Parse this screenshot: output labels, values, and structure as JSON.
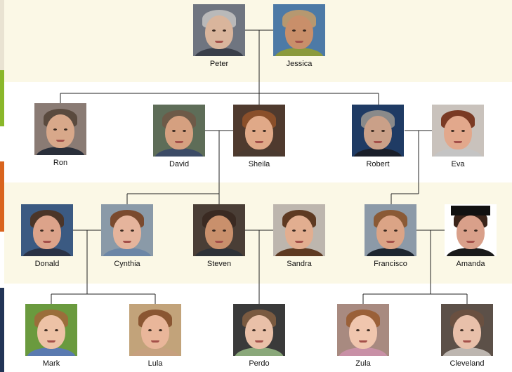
{
  "people": {
    "peter": {
      "name": "Peter",
      "skin": "#d9b59c",
      "hair": "#b9b9b9",
      "bg": "#6f7580",
      "shirt": "#3a3f4a",
      "photo": "photo of Peter"
    },
    "jessica": {
      "name": "Jessica",
      "skin": "#c98f6a",
      "hair": "#b69870",
      "bg": "#4d7aa6",
      "shirt": "#8b9a3d",
      "photo": "photo of Jessica"
    },
    "ron": {
      "name": "Ron",
      "skin": "#d8a88a",
      "hair": "#5a4a3e",
      "bg": "#8a7b74",
      "shirt": "#2a2f3a",
      "photo": "photo of Ron"
    },
    "david": {
      "name": "David",
      "skin": "#d5a080",
      "hair": "#6d5a48",
      "bg": "#5e6d58",
      "shirt": "#3c4b66",
      "photo": "photo of David"
    },
    "sheila": {
      "name": "Sheila",
      "skin": "#e0a988",
      "hair": "#8a4f2a",
      "bg": "#4f3a2e",
      "shirt": "#4a3a30",
      "photo": "photo of Sheila"
    },
    "robert": {
      "name": "Robert",
      "skin": "#caa088",
      "hair": "#8a8a8a",
      "bg": "#1f3b64",
      "shirt": "#1a1f2a",
      "photo": "photo of Robert"
    },
    "eva": {
      "name": "Eva",
      "skin": "#e2a88c",
      "hair": "#7a3a24",
      "bg": "#c9c2bc",
      "shirt": "#c4c4c4",
      "photo": "photo of Eva"
    },
    "donald": {
      "name": "Donald",
      "skin": "#dca38a",
      "hair": "#4b3528",
      "bg": "#3b5a82",
      "shirt": "#2a3246",
      "photo": "photo of Donald"
    },
    "cynthia": {
      "name": "Cynthia",
      "skin": "#e5b49c",
      "hair": "#7a4a2e",
      "bg": "#8a9aa8",
      "shirt": "#6c86a6",
      "photo": "photo of Cynthia"
    },
    "steven": {
      "name": "Steven",
      "skin": "#c9906c",
      "hair": "#3a2a22",
      "bg": "#4a3e36",
      "shirt": "#2e3238",
      "photo": "photo of Steven"
    },
    "sandra": {
      "name": "Sandra",
      "skin": "#e2ae90",
      "hair": "#5e3a22",
      "bg": "#bdb6ae",
      "shirt": "#5e3a22",
      "photo": "photo of Sandra"
    },
    "francisco": {
      "name": "Francisco",
      "skin": "#dba486",
      "hair": "#8a5a36",
      "bg": "#8c9aa8",
      "shirt": "#1e2630",
      "photo": "photo of Francisco"
    },
    "amanda": {
      "name": "Amanda",
      "skin": "#d9a08a",
      "hair": "#3a241a",
      "bg": "#ffffff",
      "shirt": "#1a1a1a",
      "photo": "photo of Amanda",
      "cap": true
    },
    "mark": {
      "name": "Mark",
      "skin": "#edc2a6",
      "hair": "#9a6e3a",
      "bg": "#6a9a3e",
      "shirt": "#5a7ab0",
      "photo": "photo of Mark"
    },
    "lula": {
      "name": "Lula",
      "skin": "#e9b69a",
      "hair": "#8a5632",
      "bg": "#c2a37a",
      "shirt": "#c6a07e",
      "photo": "photo of Lula"
    },
    "perdo": {
      "name": "Perdo",
      "skin": "#e9c0a8",
      "hair": "#7a5a40",
      "bg": "#3a3a3a",
      "shirt": "#8aa87a",
      "photo": "photo of Perdo"
    },
    "zula": {
      "name": "Zula",
      "skin": "#f0c6ae",
      "hair": "#9a6038",
      "bg": "#a88a80",
      "shirt": "#c890a6",
      "photo": "photo of Zula"
    },
    "cleveland": {
      "name": "Cleveland",
      "skin": "#e8c0aa",
      "hair": "#6a5040",
      "bg": "#5c5048",
      "shirt": "#bdb6b0",
      "photo": "photo of Cleveland"
    }
  },
  "colors": {
    "band": "#fbf8e6",
    "line": "#222222",
    "edge_green": "#8ab72a",
    "edge_orange": "#d9641e",
    "edge_navy": "#223456"
  }
}
